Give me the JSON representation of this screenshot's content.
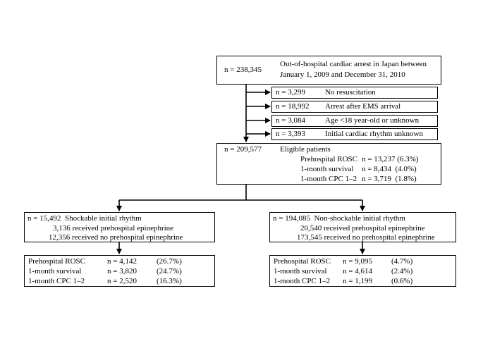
{
  "top": {
    "n": "n = 238,345",
    "desc_line1": "Out-of-hospital cardiac arrest in Japan between",
    "desc_line2": "January 1, 2009 and December 31, 2010"
  },
  "exclusions": [
    {
      "n": "n = 3,299",
      "label": "No resuscitation"
    },
    {
      "n": "n = 18,992",
      "label": "Arrest after EMS arrival"
    },
    {
      "n": "n = 3,084",
      "label": "Age <18 year-old or unknown"
    },
    {
      "n": "n = 3,393",
      "label": "Initial cardiac rhythm unknown"
    }
  ],
  "eligible": {
    "n": "n = 209,577",
    "label": "Eligible patients",
    "rows": [
      {
        "label": "Prehospital ROSC",
        "value": "n = 13,237 (6.3%)"
      },
      {
        "label": "1-month survival",
        "value": "n = 8,434  (4.0%)"
      },
      {
        "label": "1-month CPC 1–2",
        "value": "n = 3,719  (1.8%)"
      }
    ]
  },
  "shockable": {
    "header": "n = 15,492  Shockable initial rhythm",
    "line2": "3,136 received prehospital epinephrine",
    "line3": "12,356 received no prehospital epinephrine",
    "outcomes": [
      {
        "label": "Prehospital ROSC",
        "n": "n = 4,142",
        "pct": "(26.7%)"
      },
      {
        "label": "1-month survival",
        "n": "n = 3,820",
        "pct": "(24.7%)"
      },
      {
        "label": "1-month CPC 1–2",
        "n": "n = 2,520",
        "pct": "(16.3%)"
      }
    ]
  },
  "nonshockable": {
    "header": "n = 194,085  Non-shockable initial rhythm",
    "line2": "20,540 received prehospital epinephrine",
    "line3": "173,545 received no prehospital epinephrine",
    "outcomes": [
      {
        "label": "Prehospital ROSC",
        "n": "n = 9,095",
        "pct": "(4.7%)"
      },
      {
        "label": "1-month survival",
        "n": "n = 4,614",
        "pct": "(2.4%)"
      },
      {
        "label": "1-month CPC 1–2",
        "n": "n = 1,199",
        "pct": "(0.6%)"
      }
    ]
  }
}
